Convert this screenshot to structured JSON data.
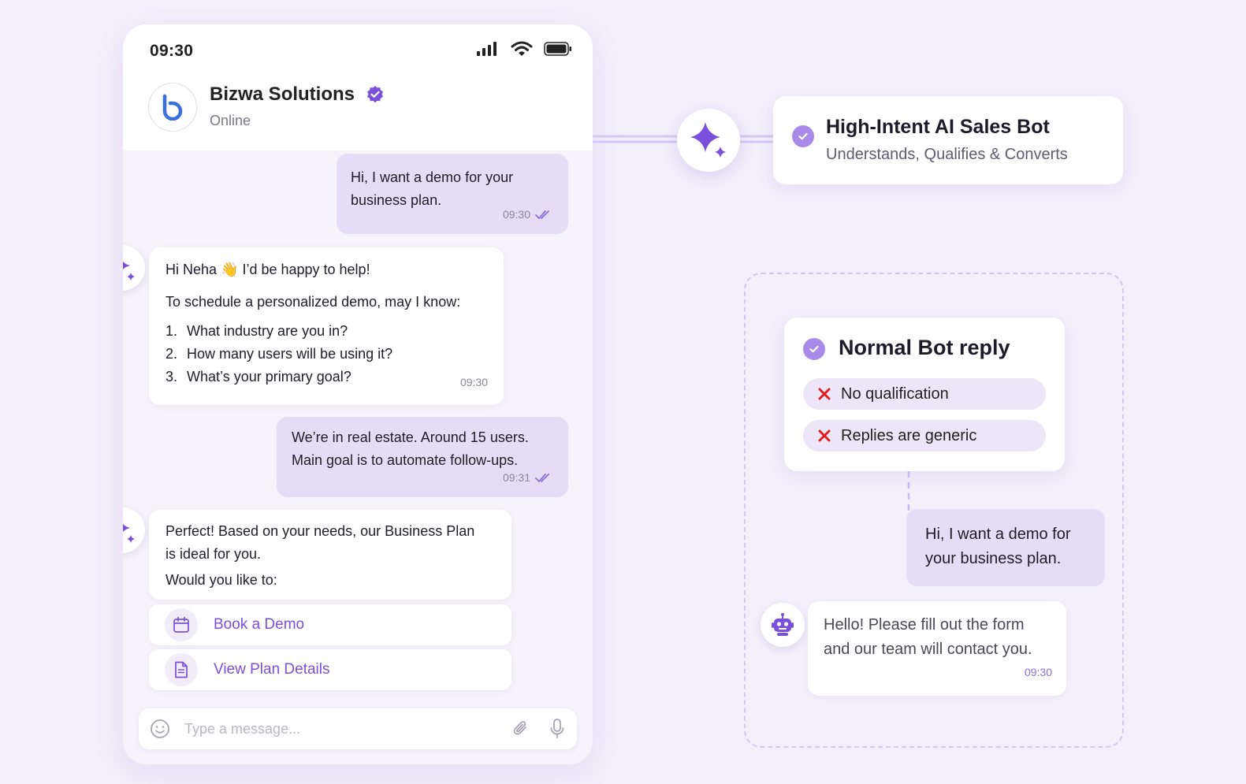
{
  "phone": {
    "status_time": "09:30",
    "contact": {
      "name": "Bizwa Solutions",
      "status": "Online",
      "avatar_letter": "b"
    },
    "messages": [
      {
        "lines": [
          "Hi, I want a demo for your",
          "business plan."
        ],
        "time": "09:30"
      },
      {
        "greeting": "Hi Neha 👋 I’d be happy to help!",
        "intro": "To schedule a personalized demo, may I know:",
        "questions": [
          {
            "n": "1.",
            "text": "What industry are you in?"
          },
          {
            "n": "2.",
            "text": "How many users will be using it?"
          },
          {
            "n": "3.",
            "text": "What’s your primary goal?"
          }
        ],
        "time": "09:30"
      },
      {
        "lines": [
          "We’re in real estate. Around 15 users.",
          "Main goal is to automate follow-ups."
        ],
        "time": "09:31"
      },
      {
        "lines": [
          "Perfect! Based on your needs, our Business Plan",
          "is ideal for you.",
          "Would you like to:"
        ]
      }
    ],
    "actions": [
      {
        "label": "Book a Demo",
        "icon": "calendar-icon"
      },
      {
        "label": "View Plan Details",
        "icon": "document-icon"
      }
    ],
    "composer": {
      "placeholder": "Type a message..."
    }
  },
  "ai_card": {
    "title": "High-Intent AI Sales Bot",
    "subtitle": "Understands, Qualifies & Converts"
  },
  "normal_card": {
    "title": "Normal Bot reply",
    "issues": [
      "No qualification",
      "Replies are generic"
    ],
    "user_message": [
      "Hi, I want a demo for",
      "your business plan."
    ],
    "bot_reply": [
      "Hello! Please fill out the form",
      "and our team will contact you."
    ],
    "bot_time": "09:30"
  },
  "colors": {
    "accent": "#7a4fdc",
    "out_bubble": "#e5ddf6",
    "background": "#f3effb",
    "check": "#a98ae8",
    "cross": "#e02020"
  }
}
